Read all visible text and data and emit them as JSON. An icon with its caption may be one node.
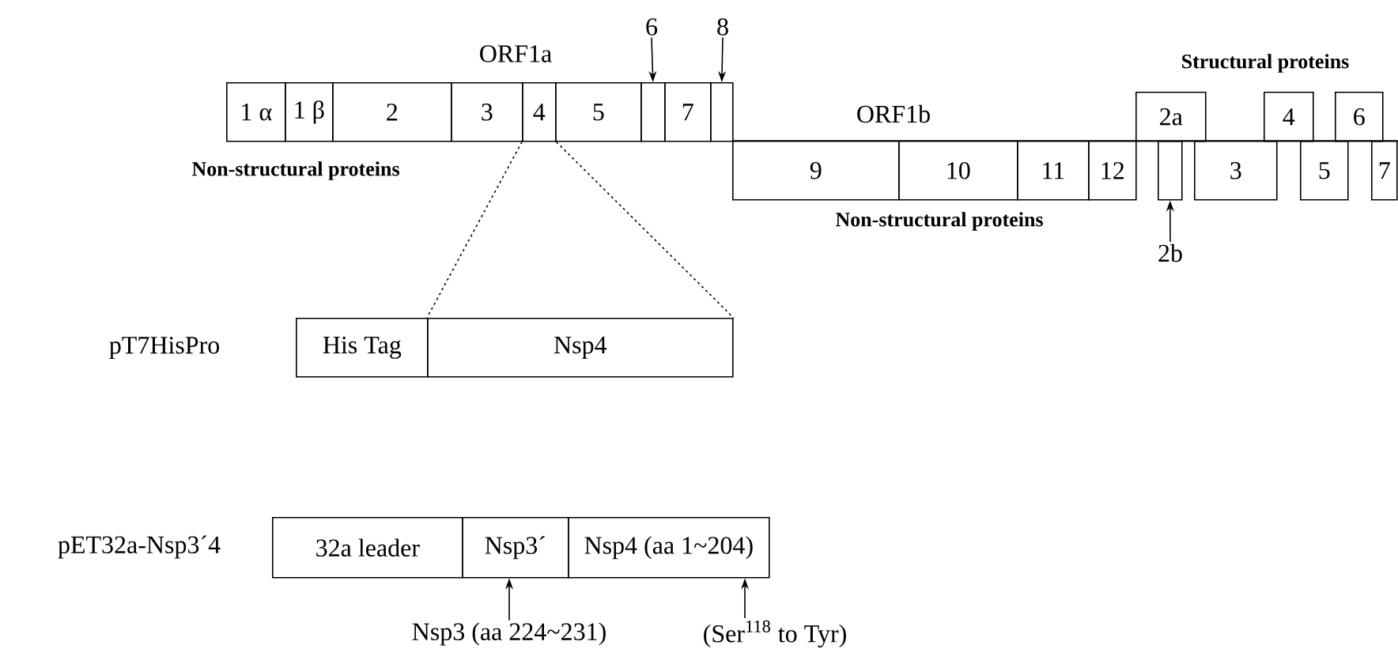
{
  "diagram": {
    "nodes": [
      {
        "text": [
          "1 α"
        ]
      },
      {
        "text": [
          "1 β"
        ]
      },
      {
        "text": [
          "2"
        ]
      },
      {
        "text": [
          "3"
        ]
      },
      {
        "text": [
          "4"
        ]
      },
      {
        "text": [
          "5"
        ]
      },
      {
        "text": [],
        "shape": "box"
      },
      {
        "text": [
          "7"
        ]
      },
      {
        "text": [],
        "shape": "box"
      },
      {
        "text": [
          "9"
        ]
      },
      {
        "text": [
          "10"
        ]
      },
      {
        "text": [
          "11"
        ]
      },
      {
        "text": [
          "12"
        ]
      },
      {
        "text": [
          "2a"
        ]
      },
      {
        "text": [
          "4"
        ]
      },
      {
        "text": [
          "6"
        ]
      },
      {
        "text": [],
        "shape": "box"
      },
      {
        "text": [
          "3"
        ]
      },
      {
        "text": [
          "5"
        ]
      },
      {
        "text": [
          "7"
        ]
      },
      {
        "text": [
          "His Tag"
        ]
      },
      {
        "text": [
          "Nsp4"
        ]
      },
      {
        "text": [
          "32a leader"
        ]
      },
      {
        "text": [
          "Nsp3´"
        ]
      },
      {
        "text": [
          "Nsp4 (aa 1~204)"
        ]
      },
      {
        "text": [
          "6"
        ]
      },
      {
        "text": [
          "8"
        ]
      },
      {
        "text": [
          "2b"
        ]
      },
      {
        "text": [
          "Nsp3 (aa 224~231)"
        ]
      },
      {
        "text": [
          "(Ser$^{118}$ to Tyr)"
        ]
      }
    ],
    "edges": [
      {
        "from": 25,
        "to": 6,
        "arrow": "to"
      },
      {
        "from": 26,
        "to": 8,
        "arrow": "to"
      },
      {
        "from": 27,
        "to": 16,
        "arrow": "to"
      },
      {
        "from": 28,
        "to": 23,
        "arrow": "to"
      },
      {
        "from": 29,
        "to": 24,
        "arrow": "to"
      },
      {
        "from": 4,
        "to": 21,
        "arrow": "none",
        "style": "dashed"
      },
      {
        "from": 4,
        "to": 21,
        "arrow": "none",
        "style": "dashed"
      }
    ],
    "labels": [
      "ORF1a",
      "ORF1b",
      "Structural proteins",
      "Non-structural proteins",
      "Non-structural proteins",
      "pT7HisPro",
      "pET32a-Nsp3´4"
    ]
  }
}
